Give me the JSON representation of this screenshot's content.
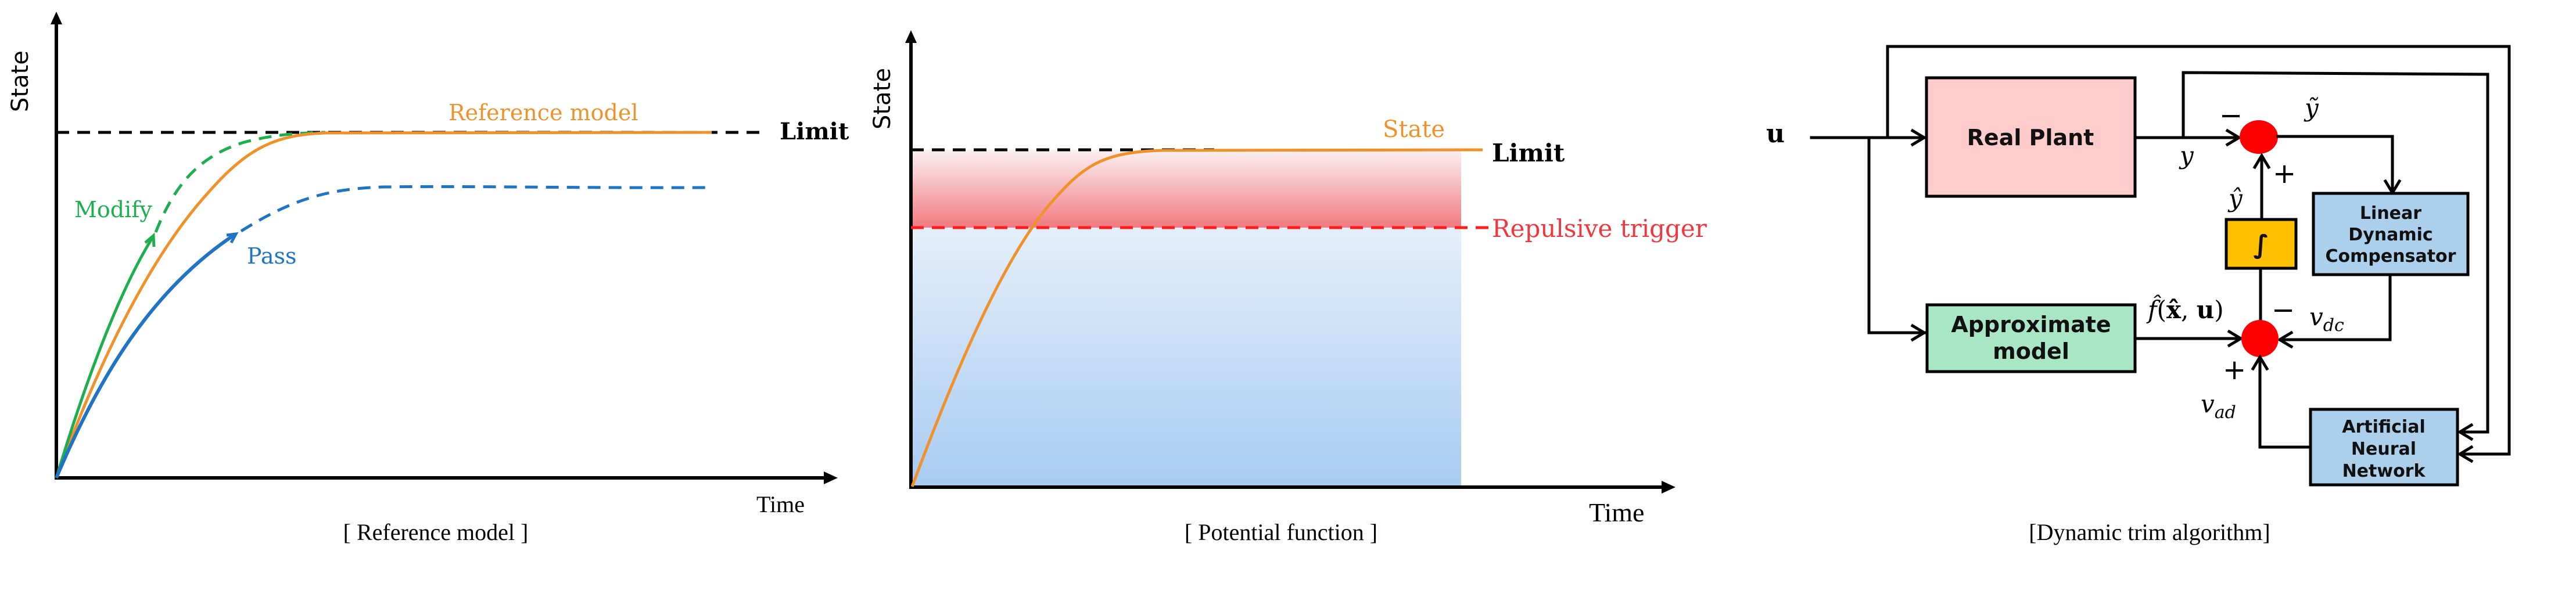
{
  "figure": {
    "panels": [
      {
        "id": "reference-model",
        "caption": "[ Reference model ]",
        "y_axis_label": "State",
        "x_axis_label": "Time",
        "limit_label": "Limit",
        "curves": [
          {
            "name": "Reference model",
            "label": "Reference model",
            "color": "#F0922B",
            "style": "solid"
          },
          {
            "name": "Modify",
            "label": "Modify",
            "color": "#1DAE4E",
            "style": "solid-then-dashed"
          },
          {
            "name": "Pass",
            "label": "Pass",
            "color": "#1F74C3",
            "style": "solid-then-dashed"
          }
        ]
      },
      {
        "id": "potential-function",
        "caption": "[ Potential function ]",
        "y_axis_label": "State",
        "x_axis_label": "Time",
        "state_label": "State",
        "limit_label": "Limit",
        "trigger_label": "Repulsive trigger",
        "colors": {
          "state": "#F0922B",
          "trigger": "#FF1E1E",
          "trigger_text": "#F0373C",
          "repulsive_zone_top": "#FBF1F3",
          "repulsive_zone_bottom": "#F27A80",
          "safe_zone_top": "#E4EFFA",
          "safe_zone_bottom": "#A9CBF1"
        }
      },
      {
        "id": "dynamic-trim",
        "caption": "[Dynamic trim algorithm]",
        "input_label": "u",
        "blocks": {
          "real_plant": {
            "label": "Real Plant",
            "color": "#FFCCCC"
          },
          "approx_model": {
            "lines": [
              "Approximate",
              "model"
            ],
            "color": "#A8E6C6"
          },
          "integrator": {
            "label": "∫",
            "color": "#FFC000"
          },
          "ldc": {
            "lines": [
              "Linear",
              "Dynamic",
              "Compensator"
            ],
            "color": "#ACD0EC"
          },
          "ann": {
            "lines": [
              "Artificial",
              "Neural",
              "Network"
            ],
            "color": "#ACD0EC"
          }
        },
        "summing_junction_color": "#FF0000",
        "signals": {
          "y": "y",
          "y_tilde": "ỹ",
          "y_hat": "ŷ",
          "f_hat": "f̂",
          "f_args_open": "(",
          "f_x_hat": "x̂",
          "f_comma": ", ",
          "f_u": "u",
          "f_args_close": ")",
          "v": "v",
          "v_dc_sub": "dc",
          "v_ad_sub": "ad"
        },
        "signs": {
          "sum1_y": "−",
          "sum1_yhat": "+",
          "sum2_vdc": "−",
          "sum2_vad": "+"
        }
      }
    ]
  }
}
